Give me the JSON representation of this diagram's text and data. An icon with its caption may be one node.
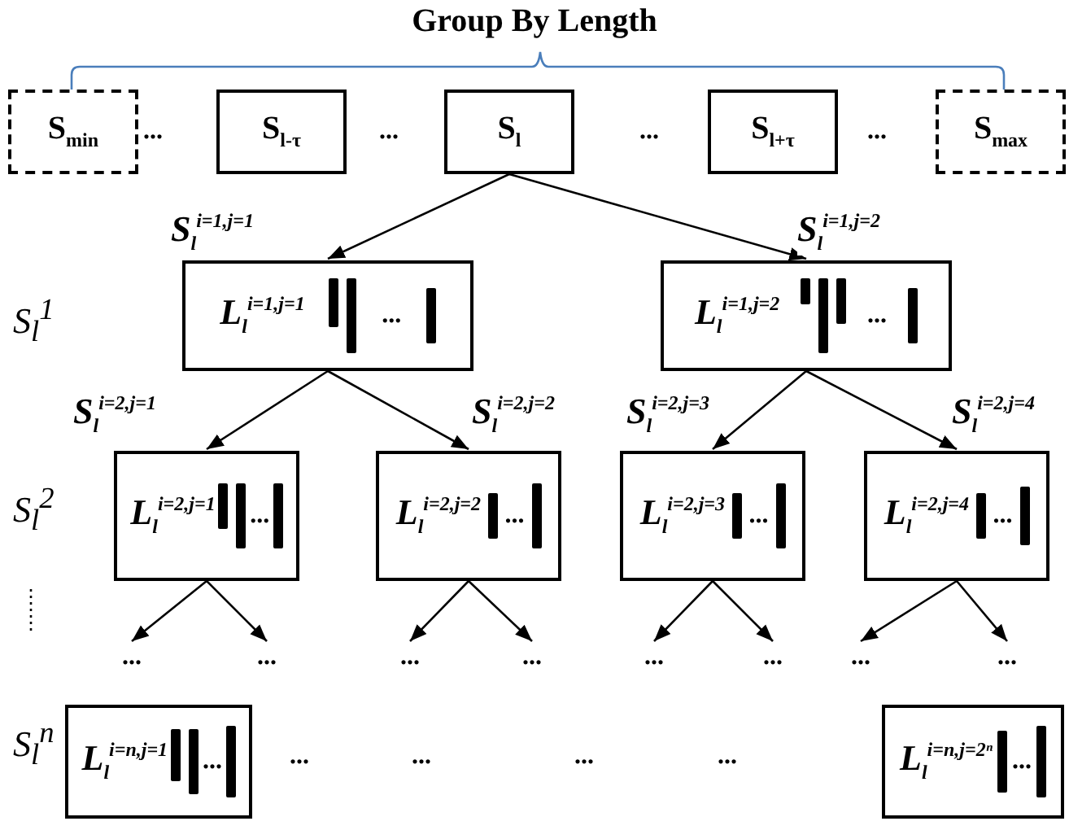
{
  "diagram": {
    "title": "Group By Length",
    "nodes": [
      {
        "text": [
          "S$_{min}$"
        ]
      },
      {
        "text": [
          "S$_{l-τ}$"
        ]
      },
      {
        "text": [
          "S$_{l}$"
        ]
      },
      {
        "text": [
          "S$_{l+τ}$"
        ]
      },
      {
        "text": [
          "S$_{max}$"
        ]
      },
      {
        "text": [
          "L$_{l}$$^{i=1,j=1}$",
          "..."
        ]
      },
      {
        "text": [
          "L$_{l}$$^{i=1,j=2}$",
          "..."
        ]
      },
      {
        "text": [
          "L$_{l}$$^{i=2,j=1}$",
          "..."
        ]
      },
      {
        "text": [
          "L$_{l}$$^{i=2,j=2}$",
          "..."
        ]
      },
      {
        "text": [
          "L$_{l}$$^{i=2,j=3}$",
          "..."
        ]
      },
      {
        "text": [
          "L$_{l}$$^{i=2,j=4}$",
          "..."
        ]
      },
      {
        "text": [
          "..."
        ]
      },
      {
        "text": [
          "..."
        ]
      },
      {
        "text": [
          "..."
        ]
      },
      {
        "text": [
          "..."
        ]
      },
      {
        "text": [
          "..."
        ]
      },
      {
        "text": [
          "..."
        ]
      },
      {
        "text": [
          "..."
        ]
      },
      {
        "text": [
          "..."
        ]
      },
      {
        "text": [
          "L$_{l}$$^{i=n,j=1}$",
          "..."
        ]
      },
      {
        "text": [
          "L$_{l}$$^{i=n,j=2ⁿ}$",
          "..."
        ]
      }
    ],
    "edges": [
      {
        "from": 2,
        "to": 5,
        "arrow": "to",
        "label": "S$_{l}$$^{i=1,j=1}$"
      },
      {
        "from": 2,
        "to": 6,
        "arrow": "to",
        "label": "S$_{l}$$^{i=1,j=2}$"
      },
      {
        "from": 5,
        "to": 7,
        "arrow": "to",
        "label": "S$_{l}$$^{i=2,j=1}$"
      },
      {
        "from": 5,
        "to": 8,
        "arrow": "to",
        "label": "S$_{l}$$^{i=2,j=2}$"
      },
      {
        "from": 6,
        "to": 9,
        "arrow": "to",
        "label": "S$_{l}$$^{i=2,j=3}$"
      },
      {
        "from": 6,
        "to": 10,
        "arrow": "to",
        "label": "S$_{l}$$^{i=2,j=4}$"
      },
      {
        "from": 7,
        "to": 11,
        "arrow": "to"
      },
      {
        "from": 7,
        "to": 12,
        "arrow": "to"
      },
      {
        "from": 8,
        "to": 13,
        "arrow": "to"
      },
      {
        "from": 8,
        "to": 14,
        "arrow": "to"
      },
      {
        "from": 9,
        "to": 15,
        "arrow": "to"
      },
      {
        "from": 9,
        "to": 16,
        "arrow": "to"
      },
      {
        "from": 10,
        "to": 17,
        "arrow": "to"
      },
      {
        "from": 10,
        "to": 18,
        "arrow": "to"
      }
    ],
    "labels": [
      "...",
      "...",
      "...",
      "...",
      "S$_{l}$$^{1}$",
      "S$_{l}$$^{2}$",
      "S$_{l}$$^{n}$",
      "...",
      "...",
      "...",
      "..."
    ]
  }
}
